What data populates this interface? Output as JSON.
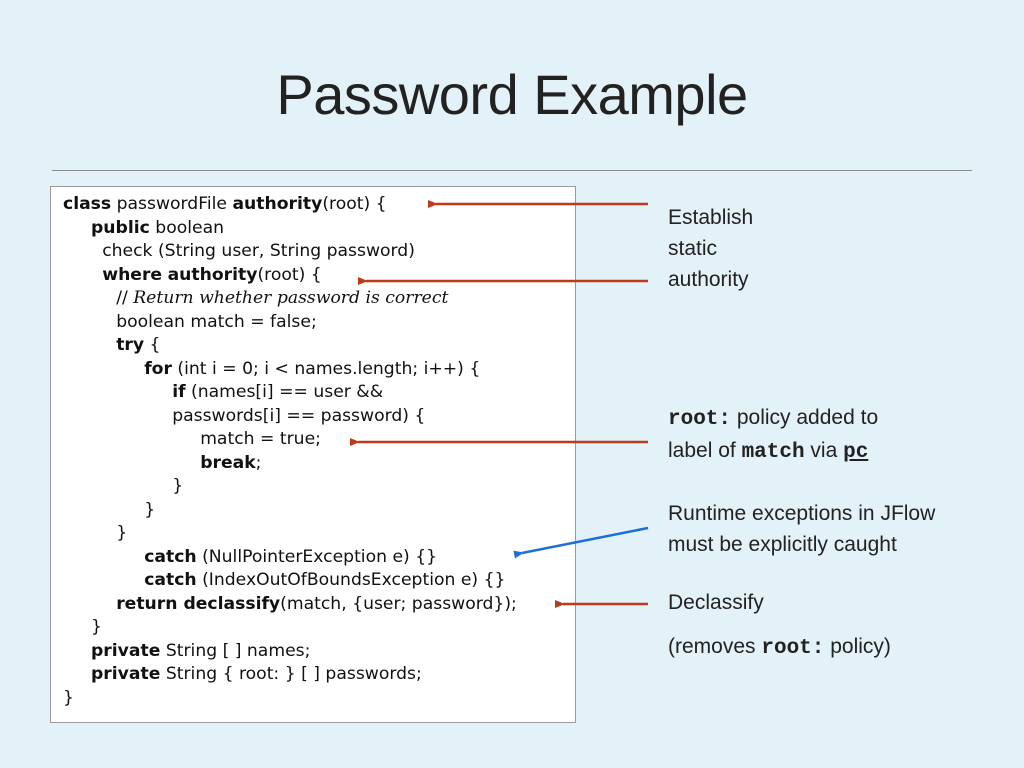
{
  "title": "Password Example",
  "code": {
    "lines": [
      {
        "indent": 0,
        "parts": [
          {
            "t": "class",
            "b": true
          },
          {
            "t": " passwordFile "
          },
          {
            "t": "authority",
            "b": true
          },
          {
            "t": "(root) {"
          }
        ]
      },
      {
        "indent": 1,
        "parts": [
          {
            "t": "public",
            "b": true
          },
          {
            "t": " boolean"
          }
        ]
      },
      {
        "indent": 1.4,
        "parts": [
          {
            "t": "check (String user, String password)"
          }
        ]
      },
      {
        "indent": 1.4,
        "parts": [
          {
            "t": "where",
            "b": true
          },
          {
            "t": " "
          },
          {
            "t": "authority",
            "b": true
          },
          {
            "t": "(root) {"
          }
        ]
      },
      {
        "indent": 1.9,
        "parts": [
          {
            "t": "// "
          },
          {
            "t": "Return whether password is correct",
            "i": true
          }
        ]
      },
      {
        "indent": 1.9,
        "parts": [
          {
            "t": "boolean match = false;"
          }
        ]
      },
      {
        "indent": 1.9,
        "parts": [
          {
            "t": "try",
            "b": true
          },
          {
            "t": " {"
          }
        ]
      },
      {
        "indent": 2.9,
        "parts": [
          {
            "t": "for",
            "b": true
          },
          {
            "t": " (int i = 0; i < names.length; i++) {"
          }
        ]
      },
      {
        "indent": 3.9,
        "parts": [
          {
            "t": "if",
            "b": true
          },
          {
            "t": " (names[i] == user &&"
          }
        ]
      },
      {
        "indent": 3.9,
        "parts": [
          {
            "t": "passwords[i] == password) {"
          }
        ]
      },
      {
        "indent": 4.9,
        "parts": [
          {
            "t": "match = true;"
          }
        ]
      },
      {
        "indent": 4.9,
        "parts": [
          {
            "t": "break",
            "b": true
          },
          {
            "t": ";"
          }
        ]
      },
      {
        "indent": 3.9,
        "parts": [
          {
            "t": "}"
          }
        ]
      },
      {
        "indent": 2.9,
        "parts": [
          {
            "t": "}"
          }
        ]
      },
      {
        "indent": 1.9,
        "parts": [
          {
            "t": "}"
          }
        ]
      },
      {
        "indent": 2.9,
        "parts": [
          {
            "t": "catch",
            "b": true
          },
          {
            "t": " (NullPointerException e) {}"
          }
        ]
      },
      {
        "indent": 2.9,
        "parts": [
          {
            "t": "catch",
            "b": true
          },
          {
            "t": " (IndexOutOfBoundsException e) {}"
          }
        ]
      },
      {
        "indent": 1.9,
        "parts": [
          {
            "t": "return declassify",
            "b": true
          },
          {
            "t": "(match, {user; password});"
          }
        ]
      },
      {
        "indent": 1,
        "parts": [
          {
            "t": "}"
          }
        ]
      },
      {
        "indent": 1,
        "parts": [
          {
            "t": "private",
            "b": true
          },
          {
            "t": " String [ ] names;"
          }
        ]
      },
      {
        "indent": 1,
        "parts": [
          {
            "t": "private",
            "b": true
          },
          {
            "t": " String { root: } [ ] passwords;"
          }
        ]
      },
      {
        "indent": 0,
        "parts": [
          {
            "t": "}"
          }
        ]
      }
    ]
  },
  "notes": {
    "authority": [
      "Establish",
      "static",
      "authority"
    ],
    "policy": {
      "code1": "root:",
      "text1": " policy added to",
      "text2": "label of ",
      "code2": "match",
      "text3": " via ",
      "code3": "pc"
    },
    "exceptions": [
      "Runtime exceptions in JFlow",
      "must be explicitly caught"
    ],
    "declassify": {
      "label": "Declassify",
      "paren_open": "(removes ",
      "code": "root:",
      "paren_close": " policy)"
    }
  },
  "colors": {
    "background": "#e3f1f8",
    "red_arrow": "#c0391b",
    "blue_arrow": "#1c6fd8"
  }
}
